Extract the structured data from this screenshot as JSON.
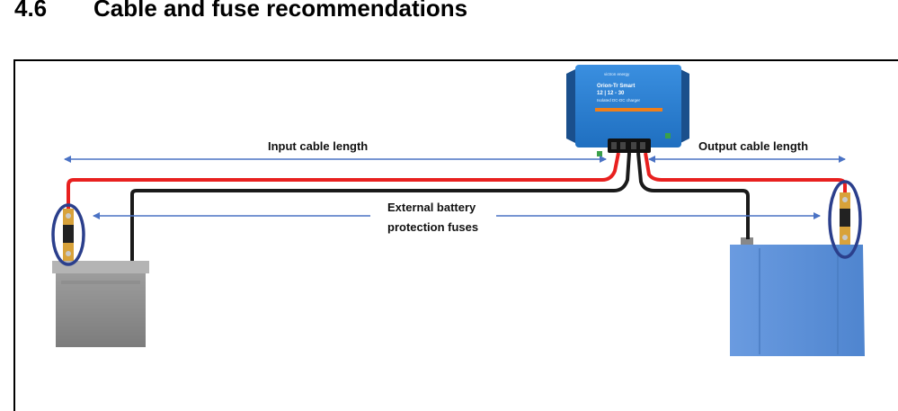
{
  "section": {
    "number": "4.6",
    "title": "Cable and fuse recommendations"
  },
  "figure": {
    "input_label": "Input cable length",
    "output_label": "Output cable length",
    "fuse_label_line1": "External battery",
    "fuse_label_line2": "protection fuses",
    "device": {
      "brand": "victron energy",
      "model_line1": "Orion-Tr Smart",
      "model_line2": "12 | 12 - 30",
      "model_line3": "Isolated DC-DC charger"
    },
    "colors": {
      "positive_cable": "#e8201f",
      "negative_cable": "#1a1a1a",
      "arrow": "#4a72c4",
      "fuse_ring": "#2b3f8c",
      "battery_left": "#8a8a8a",
      "battery_right": "#5b8fd6",
      "device_body": "#2a7fd0"
    }
  }
}
